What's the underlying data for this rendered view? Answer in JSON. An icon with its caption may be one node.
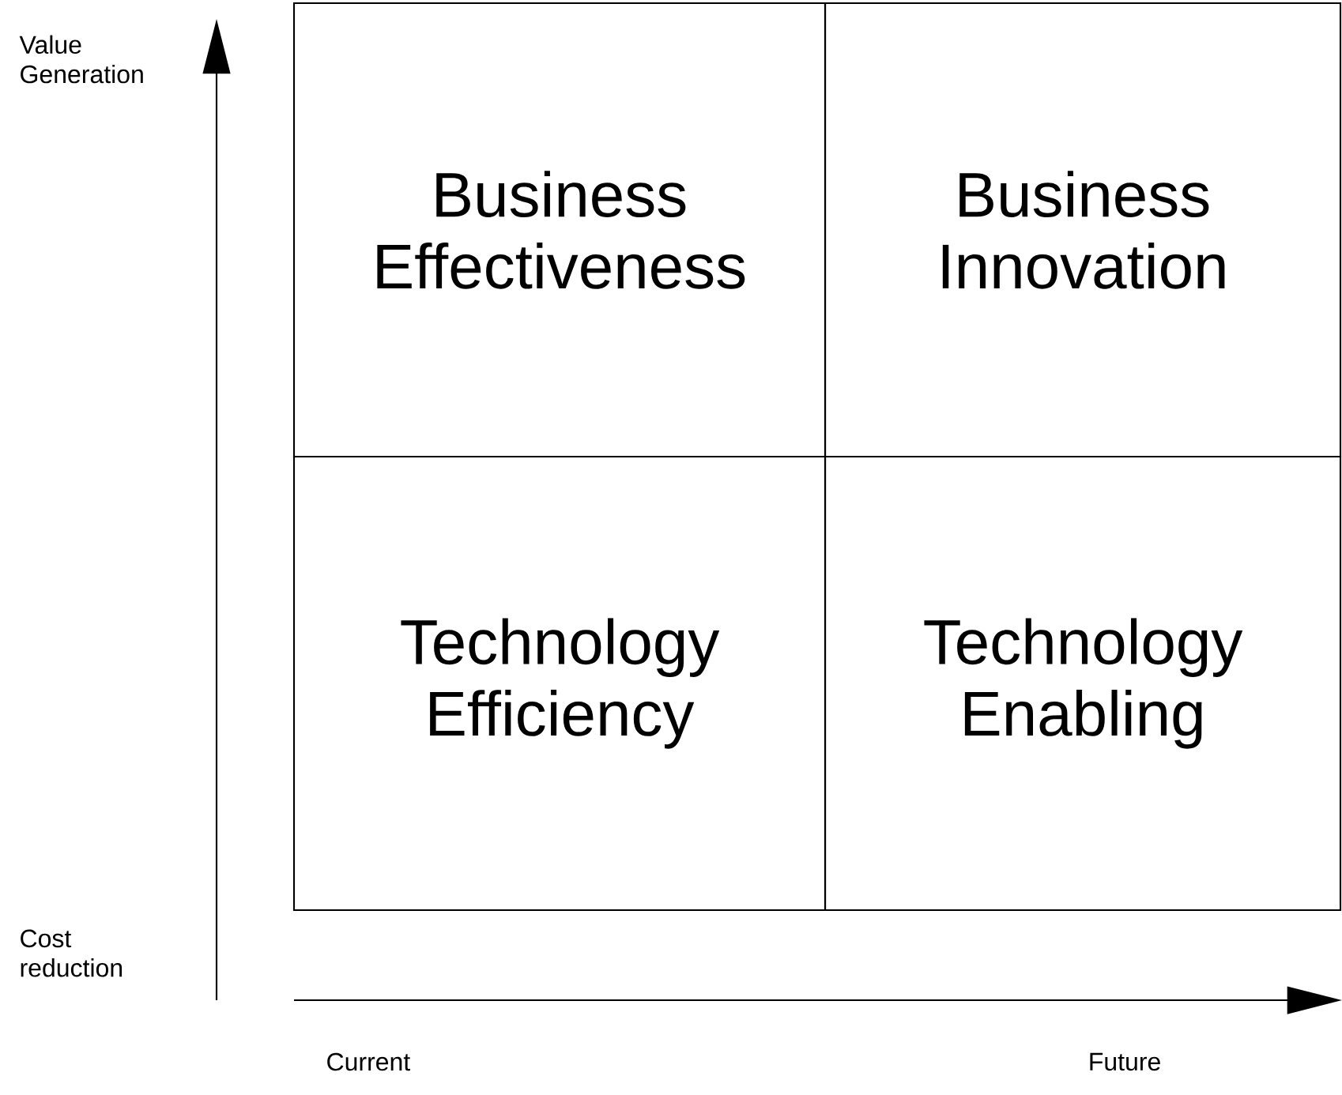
{
  "diagram": {
    "nodes": [
      {
        "text": [
          "Business Effectiveness"
        ]
      },
      {
        "text": [
          "Business Innovation"
        ]
      },
      {
        "text": [
          "Technology Efficiency"
        ]
      },
      {
        "text": [
          "Technology Enabling"
        ]
      }
    ],
    "labels": [
      "Value Generation",
      "Cost reduction",
      "Current",
      "Future"
    ]
  }
}
